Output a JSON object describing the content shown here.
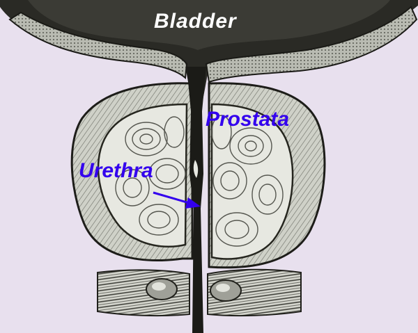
{
  "labels": {
    "bladder": "Bladder",
    "prostata": "Prostata",
    "urethra": "Urethra"
  },
  "colors": {
    "background": "#e8e0ee",
    "label_accent": "#3300ee",
    "bladder_label": "#ffffff"
  }
}
